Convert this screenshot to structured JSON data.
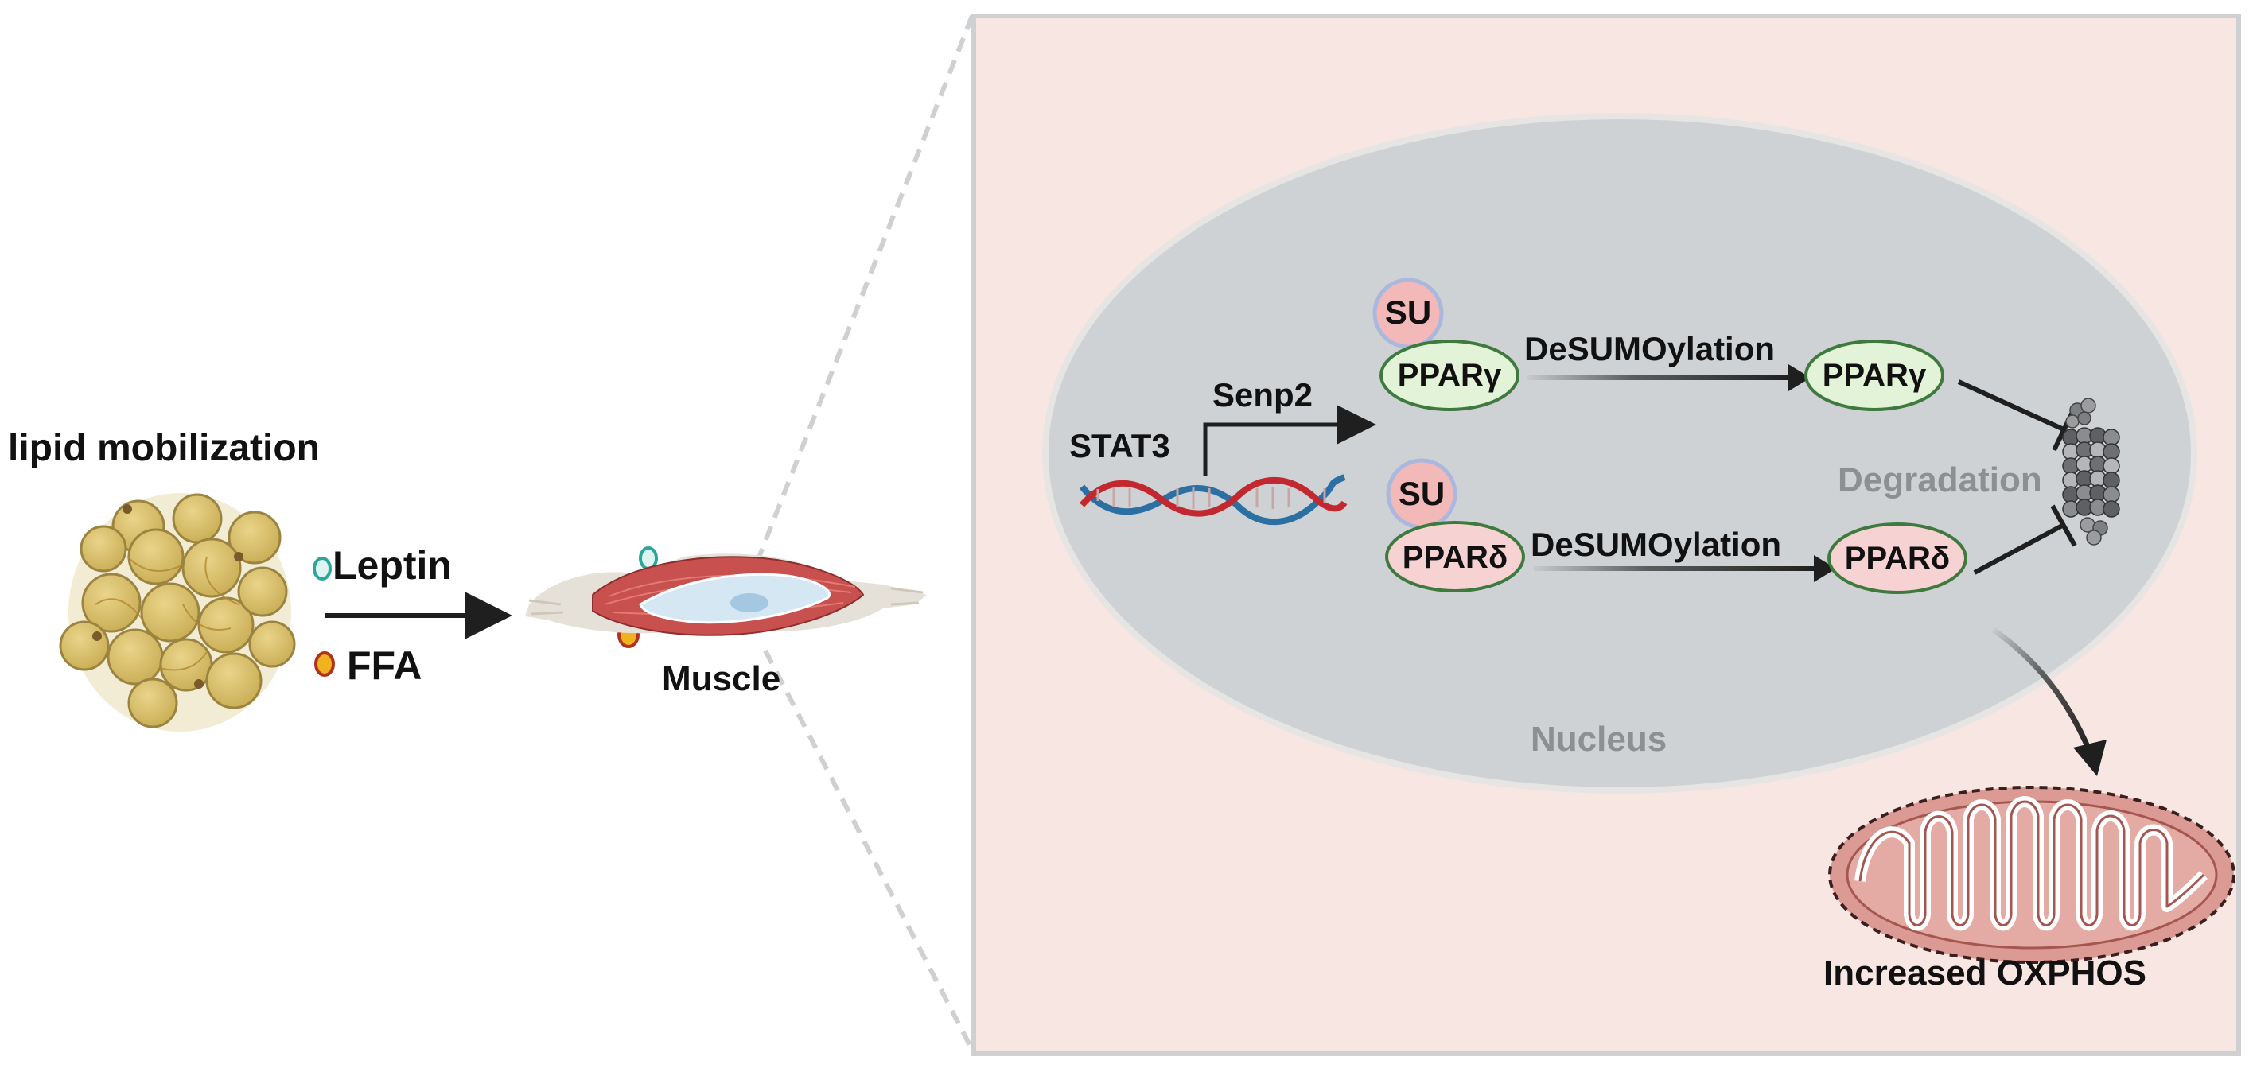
{
  "left_panel": {
    "title": "lipid mobilization",
    "leptin_label": "Leptin",
    "ffa_label": "FFA",
    "muscle_label": "Muscle"
  },
  "zoom_panel": {
    "nucleus_label": "Nucleus",
    "stat3_label": "STAT3",
    "senp2_label": "Senp2",
    "su_label_top": "SU",
    "su_label_bottom": "SU",
    "ppar_gamma_sumo": "PPARγ",
    "ppar_delta_sumo": "PPARδ",
    "desumo_top": "DeSUMOylation",
    "desumo_bottom": "DeSUMOylation",
    "ppar_gamma": "PPARγ",
    "ppar_delta": "PPARδ",
    "degradation_label": "Degradation",
    "oxphos_label": "Increased OXPHOS"
  },
  "colors": {
    "panel_bg": "#f8e6e3",
    "panel_border": "#cfd0d2",
    "nucleus_fill": "#cfd2d5",
    "su_fill": "#f3b8b8",
    "su_border": "#a9b8dc",
    "ppar_gamma_fill": "#e2f3d8",
    "ppar_delta_fill": "#f6d2d2",
    "ppar_border": "#3e7a3e",
    "adipocyte_fill": "#d9c270",
    "leptin_color": "#2aa79b",
    "ffa_color": "#f0b21f",
    "muscle_red": "#c8504f",
    "mito_fill": "#dc9a94",
    "dna_red": "#c2282f",
    "dna_blue": "#2b6fa3"
  }
}
